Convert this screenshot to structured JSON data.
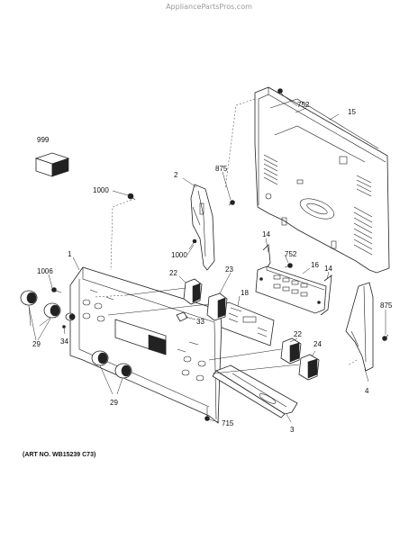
{
  "watermark": "AppliancePartsPros.com",
  "art_number": "(ART NO. WB15239 C73)",
  "callouts": {
    "c999": "999",
    "c1000a": "1000",
    "c2": "2",
    "c875a": "875",
    "c752a": "752",
    "c15": "15",
    "c1": "1",
    "c1006": "1006",
    "c1000b": "1000",
    "c22a": "22",
    "c23": "23",
    "c14a": "14",
    "c752b": "752",
    "c16": "16",
    "c14b": "14",
    "c18": "18",
    "c33": "33",
    "c29a": "29",
    "c34": "34",
    "c875b": "875",
    "c22b": "22",
    "c24": "24",
    "c4": "4",
    "c29b": "29",
    "c715": "715",
    "c3": "3"
  }
}
